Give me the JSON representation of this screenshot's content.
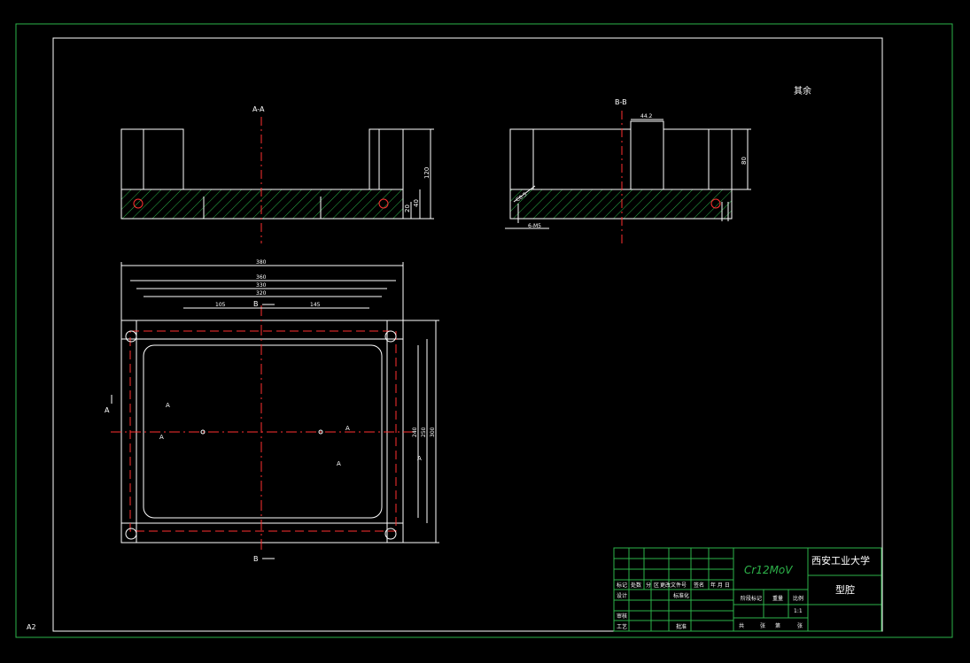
{
  "drawing": {
    "sheet_size": "A2",
    "remark_text": "其余",
    "section_aa": {
      "label": "A-A",
      "dims": {
        "height_total": "120",
        "height_40": "40",
        "height_20": "20"
      }
    },
    "section_bb": {
      "label": "B-B",
      "dims": {
        "width_top": "44.2",
        "height_80": "80",
        "chamfer": "C0.5",
        "dia": "6-M5"
      }
    },
    "plan_view": {
      "section_marks": {
        "a": "A",
        "b": "B"
      },
      "dims": {
        "d380": "380",
        "d360": "360",
        "d330": "330",
        "d320": "320",
        "d105": "105",
        "d145": "145",
        "d240": "240",
        "d250": "250",
        "d300": "300"
      }
    }
  },
  "title_block": {
    "material": "Cr12MoV",
    "school": "西安工业大学",
    "part_name": "型腔",
    "row_labels": [
      "标记",
      "设计",
      "审核",
      "工艺"
    ],
    "header_labels": [
      "处数",
      "分",
      "区",
      "更改文件号",
      "签名",
      "年 月 日"
    ],
    "col_stage": "阶段标记",
    "col_weight": "重量",
    "col_scale": "比例",
    "scale_value": "1:1",
    "std_label": "标准化",
    "approve_label": "批准",
    "sheet_info": [
      "共",
      "张",
      "第",
      "张"
    ]
  }
}
